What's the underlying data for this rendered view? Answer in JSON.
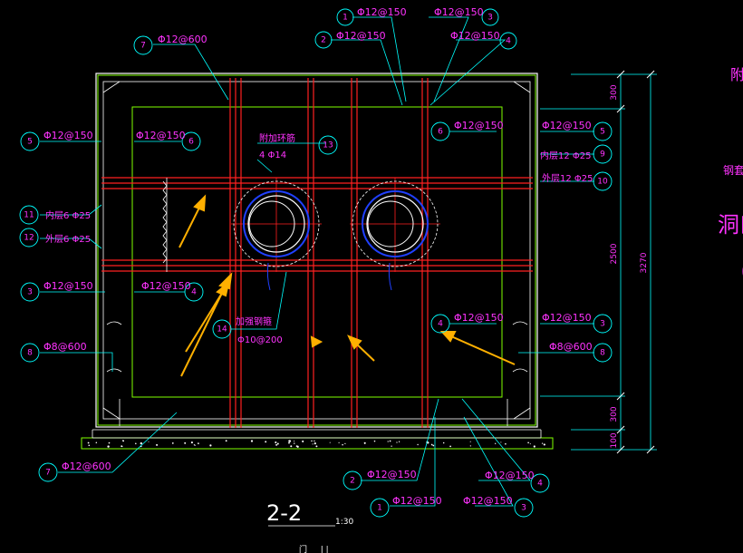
{
  "drawing": {
    "section_title": "2-2",
    "scale": "1:30",
    "bottom_partial_text": "门  __  |  |",
    "colors": {
      "background": "#000000",
      "outline": "#ffffff",
      "wall_green": "#80ff00",
      "rebar_red": "#ff2020",
      "text_magenta": "#ff33ff",
      "leader_cyan": "#00ffff",
      "arrow_orange": "#ffb000",
      "pipe_blue": "#2040ff"
    }
  },
  "callouts": {
    "c1_top": {
      "num": "1",
      "text": "Φ12@150"
    },
    "c3_top": {
      "num": "3",
      "text": "Φ12@150"
    },
    "c2_top": {
      "num": "2",
      "text": "Φ12@150"
    },
    "c4_top": {
      "num": "4",
      "text": "Φ12@150"
    },
    "c7_top": {
      "num": "7",
      "text": "Φ12@600"
    },
    "c5_left": {
      "num": "5",
      "text": "Φ12@150"
    },
    "c6_left": {
      "num": "6",
      "text": "Φ12@150"
    },
    "c13": {
      "num": "13",
      "text1": "附加环筋",
      "text2": "4 Φ14"
    },
    "c11": {
      "num": "11",
      "text": "内层6 Φ25"
    },
    "c12": {
      "num": "12",
      "text": "外层6 Φ25"
    },
    "c3_left": {
      "num": "3",
      "text": "Φ12@150"
    },
    "c4_left": {
      "num": "4",
      "text": "Φ12@150"
    },
    "c14": {
      "num": "14",
      "text1": "加强钢箍",
      "text2": "Φ10@200"
    },
    "c8_left": {
      "num": "8",
      "text": "Φ8@600"
    },
    "c7_bottom": {
      "num": "7",
      "text": "Φ12@600"
    },
    "c6_right": {
      "num": "6",
      "text": "Φ12@150"
    },
    "c5_right": {
      "num": "5",
      "text": "Φ12@150"
    },
    "c9_right": {
      "num": "9",
      "text": "内层12 Φ25"
    },
    "c10_right": {
      "num": "10",
      "text": "外层12 Φ25"
    },
    "c4_right": {
      "num": "4",
      "text": "Φ12@150"
    },
    "c3_right": {
      "num": "3",
      "text": "Φ12@150"
    },
    "c8_right": {
      "num": "8",
      "text": "Φ8@600"
    },
    "c2_bottom": {
      "num": "2",
      "text": "Φ12@150"
    },
    "c4_bottom": {
      "num": "4",
      "text": "Φ12@150"
    },
    "c1_bottom": {
      "num": "1",
      "text": "Φ12@150"
    },
    "c3_bottom": {
      "num": "3",
      "text": "Φ12@150"
    }
  },
  "dimensions": {
    "top": "300",
    "middle": "2500",
    "bottom": "300",
    "base": "100",
    "total": "3270"
  },
  "side_panel": {
    "t1": "附",
    "t2": "钢套",
    "t3": "洞口",
    "t4": "（"
  }
}
